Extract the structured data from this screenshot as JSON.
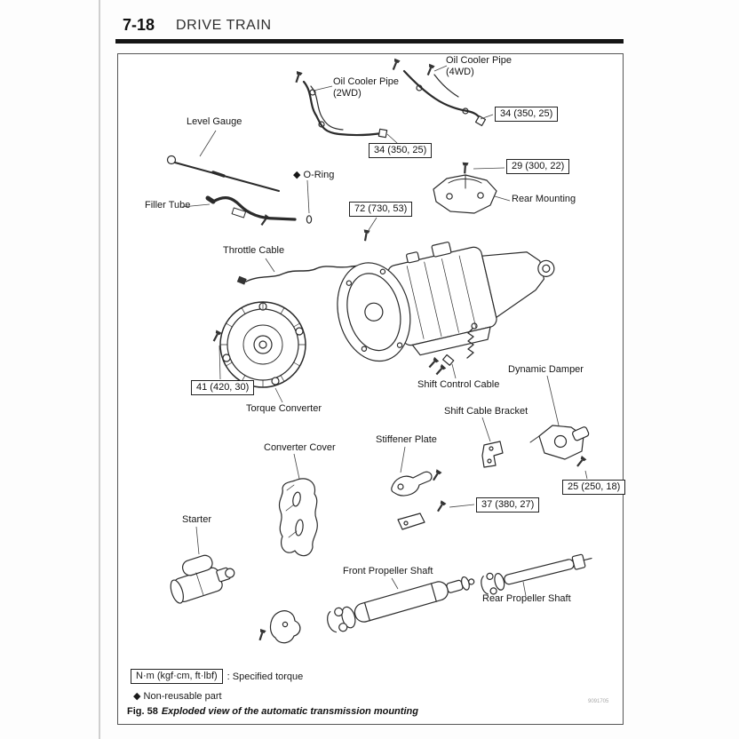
{
  "page": {
    "section_number": "7-18",
    "section_title": "DRIVE TRAIN"
  },
  "diagram": {
    "labels": {
      "oil_cooler_pipe_2wd": [
        "Oil Cooler Pipe",
        "(2WD)"
      ],
      "oil_cooler_pipe_4wd": [
        "Oil Cooler Pipe",
        "(4WD)"
      ],
      "level_gauge": "Level Gauge",
      "o_ring": "◆ O-Ring",
      "rear_mounting": "Rear Mounting",
      "filler_tube": "Filler Tube",
      "throttle_cable": "Throttle Cable",
      "torque_converter": "Torque Converter",
      "shift_control_cable": "Shift Control Cable",
      "dynamic_damper": "Dynamic Damper",
      "shift_cable_bracket": "Shift Cable Bracket",
      "converter_cover": "Converter Cover",
      "stiffener_plate": "Stiffener Plate",
      "starter": "Starter",
      "front_propeller_shaft": "Front Propeller Shaft",
      "rear_propeller_shaft": "Rear Propeller Shaft"
    },
    "torques": {
      "oil_cooler_pipe_2wd": "34 (350, 25)",
      "oil_cooler_pipe_4wd": "34 (350, 25)",
      "rear_mounting_bolt": "29 (300, 22)",
      "mounting_bolt_72": "72 (730, 53)",
      "torque_converter_bolt": "41 (420, 30)",
      "dynamic_damper_bolt": "25 (250, 18)",
      "stiffener_plate_bolt": "37 (380, 27)"
    },
    "legend": {
      "torque_unit_box": "N·m (kgf·cm, ft·lbf)",
      "torque_meaning": ": Specified torque",
      "non_reusable": "◆ Non-reusable part"
    },
    "caption": {
      "fig_label": "Fig. 58",
      "fig_text": "Exploded view of the automatic transmission mounting"
    },
    "doc_code": "9091705"
  }
}
